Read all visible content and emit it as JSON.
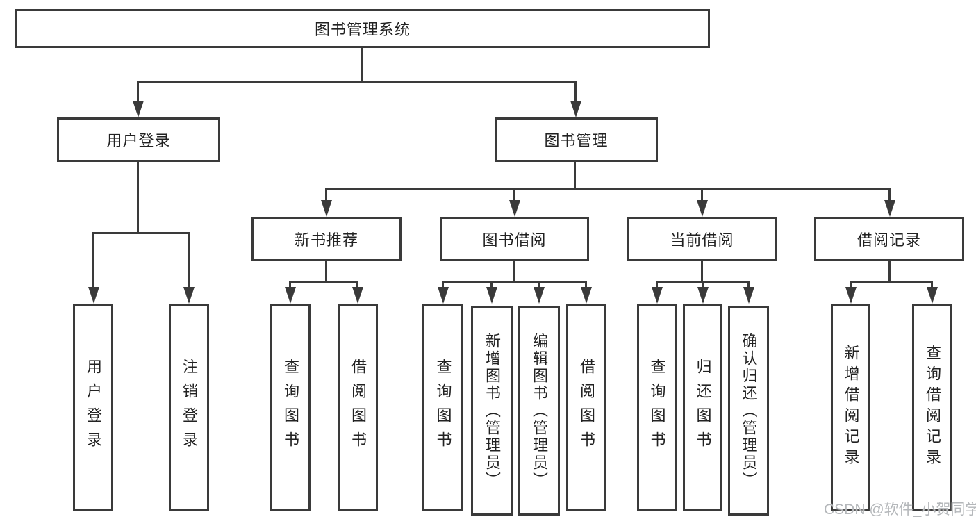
{
  "tree": {
    "root": {
      "label": "图书管理系统",
      "children": [
        {
          "label": "用户登录",
          "children": [
            {
              "label": "用户登录"
            },
            {
              "label": "注销登录"
            }
          ]
        },
        {
          "label": "图书管理",
          "children": [
            {
              "label": "新书推荐",
              "children": [
                {
                  "label": "查询图书"
                },
                {
                  "label": "借阅图书"
                }
              ]
            },
            {
              "label": "图书借阅",
              "children": [
                {
                  "label": "查询图书"
                },
                {
                  "label": "新增图书（管理员）"
                },
                {
                  "label": "编辑图书（管理员）"
                },
                {
                  "label": "借阅图书"
                }
              ]
            },
            {
              "label": "当前借阅",
              "children": [
                {
                  "label": "查询图书"
                },
                {
                  "label": "归还图书"
                },
                {
                  "label": "确认归还（管理员）"
                }
              ]
            },
            {
              "label": "借阅记录",
              "children": [
                {
                  "label": "新增借阅记录"
                },
                {
                  "label": "查询借阅记录"
                }
              ]
            }
          ]
        }
      ]
    }
  },
  "watermark": {
    "text": "CSDN @软件_小贺同学"
  },
  "colors": {
    "line": "#3a3a3a",
    "text": "#222222",
    "background": "#ffffff",
    "watermark": "#b4b7ba"
  }
}
